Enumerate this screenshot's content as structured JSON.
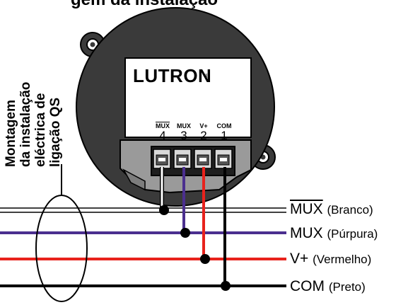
{
  "title_fragment": "gem da instalação",
  "device": {
    "brand": "LUTRON",
    "registered_mark": "®",
    "terminals": [
      {
        "label": "MUX",
        "overline": true,
        "number": "4"
      },
      {
        "label": "MUX",
        "overline": false,
        "number": "3"
      },
      {
        "label": "V+",
        "overline": false,
        "number": "2"
      },
      {
        "label": "COM",
        "overline": false,
        "number": "1"
      }
    ]
  },
  "side_label": {
    "lines": [
      "Montagem",
      "da instalação",
      "eléctrica de",
      "ligação QS"
    ]
  },
  "wires": [
    {
      "name": "MUX",
      "overline": true,
      "desc": "(Branco)",
      "color": "#ffffff"
    },
    {
      "name": "MUX",
      "overline": false,
      "desc": "(Púrpura)",
      "color": "#4b2f8f"
    },
    {
      "name": "V+",
      "overline": false,
      "desc": "(Vermelho)",
      "color": "#e8221c"
    },
    {
      "name": "COM",
      "overline": false,
      "desc": "(Preto)",
      "color": "#000000"
    }
  ],
  "colors": {
    "housing": "#3a3a3a",
    "mount_base": "#9a9a9a",
    "label_plate": "#ffffff"
  }
}
